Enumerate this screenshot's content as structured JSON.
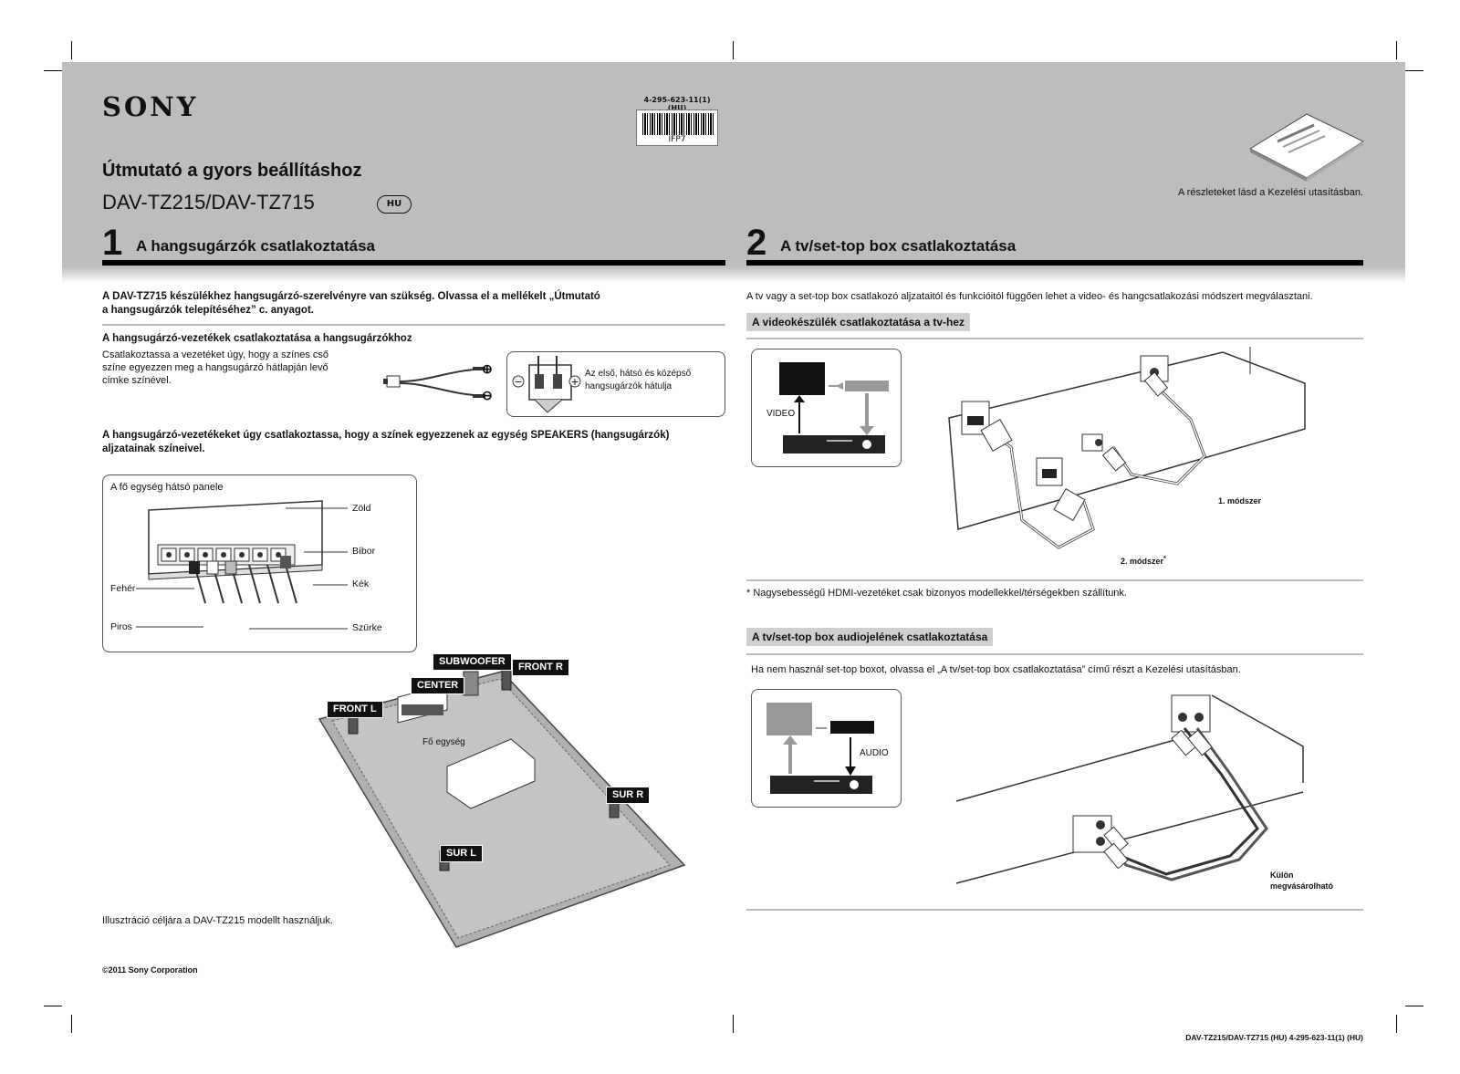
{
  "header": {
    "logo": "SONY",
    "doc_code": "4-295-623-11(1) (HU)",
    "barcode_text": "IFP7",
    "title": "Útmutató a gyors beállításhoz",
    "model": "DAV-TZ215/DAV-TZ715",
    "lang_badge": "HU",
    "reference_note": "A részleteket lásd a Kezelési utasításban."
  },
  "section1": {
    "number": "1",
    "title": "A hangsugárzók csatlakoztatása",
    "intro_line1": "A DAV-TZ715 készülékhez hangsugárzó-szerelvényre van szükség. Olvassa el a mellékelt „Útmutató",
    "intro_line2": "a hangsugárzók telepítéséhez” c. anyagot.",
    "sub1_heading": "A hangsugárzó-vezetékek csatlakoztatása a hangsugárzókhoz",
    "sub1_text_line1": "Csatlakoztassa a vezetéket úgy, hogy a színes cső",
    "sub1_text_line2": "színe egyezzen meg a hangsugárzó hátlapján levő",
    "sub1_text_line3": "címke színével.",
    "speaker_back_label_line1": "Az első, hátsó és középső",
    "speaker_back_label_line2": "hangsugárzók hátulja",
    "sub2_heading_line1": "A hangsugárzó-vezetékeket úgy csatlakoztassa, hogy a színek egyezzenek az egység SPEAKERS (hangsugárzók)",
    "sub2_heading_line2": "aljzatainak színeivel.",
    "panel_title": "A fő egység hátsó panele",
    "colors": {
      "green": "Zöld",
      "purple": "Bíbor",
      "blue": "Kék",
      "white": "Fehér",
      "red": "Piros",
      "gray": "Szürke"
    },
    "speakers": {
      "subwoofer": "SUBWOOFER",
      "front_r": "FRONT R",
      "center": "CENTER",
      "front_l": "FRONT L",
      "sur_r": "SUR R",
      "sur_l": "SUR L",
      "main_unit": "Fő egység"
    },
    "illustration_note": "Illusztráció céljára a DAV-TZ215 modellt használjuk.",
    "copyright": "©2011 Sony Corporation"
  },
  "section2": {
    "number": "2",
    "title": "A tv/set-top box csatlakoztatása",
    "intro": "A tv vagy a set-top box csatlakozó aljzataitól és funkcióitól függően lehet a video- és hangcsatlakozási módszert megválasztani.",
    "video_heading": "A videokészülék csatlakoztatása a tv-hez",
    "video_label": "VIDEO",
    "method1": "1. módszer",
    "method2": "2. módszer",
    "method2_sup": "*",
    "hdmi_note": "* Nagysebességű HDMI-vezetéket csak bizonyos modellekkel/térségekben szállítunk.",
    "audio_heading": "A tv/set-top box audiojelének csatlakoztatása",
    "audio_text": "Ha nem használ set-top boxot, olvassa el „A tv/set-top box csatlakoztatása” című részt a Kezelési utasításban.",
    "audio_label": "AUDIO",
    "separately_line1": "Külön",
    "separately_line2": "megvásárolható"
  },
  "footer": {
    "code": "DAV-TZ215/DAV-TZ715  (HU) 4-295-623-11(1) (HU)"
  }
}
